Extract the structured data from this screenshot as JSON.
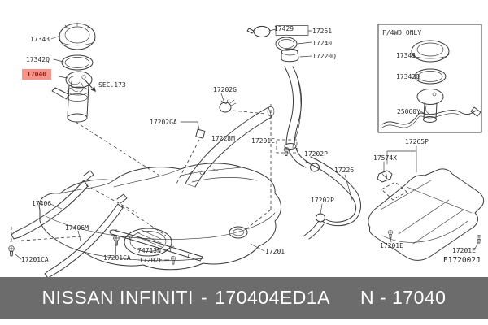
{
  "diagram": {
    "section_ref": "SEC.173",
    "variant_box_title": "F/4WD ONLY",
    "diagram_code": "E172002J",
    "highlighted_part": "17040",
    "labels": [
      "17343",
      "17342Q",
      "17040",
      "SEC.173",
      "17429",
      "17251",
      "17240",
      "17220Q",
      "F/4WD ONLY",
      "17343",
      "17342Q",
      "25060Y",
      "17265P",
      "17202G",
      "17202GA",
      "17228M",
      "17201C",
      "17202P",
      "17226",
      "17202P",
      "17574X",
      "17406",
      "17406M",
      "17201CA",
      "17201CA",
      "74713N",
      "17202E",
      "17201",
      "17201E",
      "17201E",
      "E172002J"
    ]
  },
  "footer": {
    "brand": "NISSAN  INFINITI",
    "separator": "-",
    "part_code": "170404ED1A",
    "catalog_ref": "N - 17040"
  },
  "theme": {
    "page-bg": "#ffffff",
    "line": "#3a3a3a",
    "label": "#2b2b2b",
    "highlight-bg": "#f5948b",
    "highlight-fg": "#8b1a10",
    "footer-bg": "#6c6c6c",
    "footer-fg": "#ffffff"
  }
}
